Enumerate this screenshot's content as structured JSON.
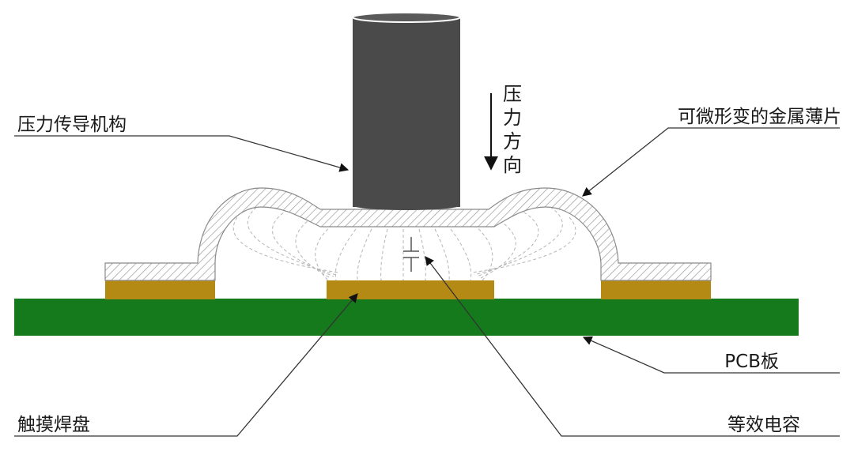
{
  "labels": {
    "press_mechanism": "压力传导机构",
    "pressure_direction": [
      "压",
      "力",
      "方",
      "向"
    ],
    "metal_sheet": "可微形变的金属薄片",
    "pcb": "PCB板",
    "touch_pad": "触摸焊盘",
    "capacitance": "等效电容"
  },
  "colors": {
    "cylinder_body": "#4a4a4a",
    "pcb": "#157a1c",
    "pad": "#b58a14",
    "hatch": "#9a9a9a",
    "field_lines": "#b5b5b5",
    "leader_lines": "#333333"
  }
}
